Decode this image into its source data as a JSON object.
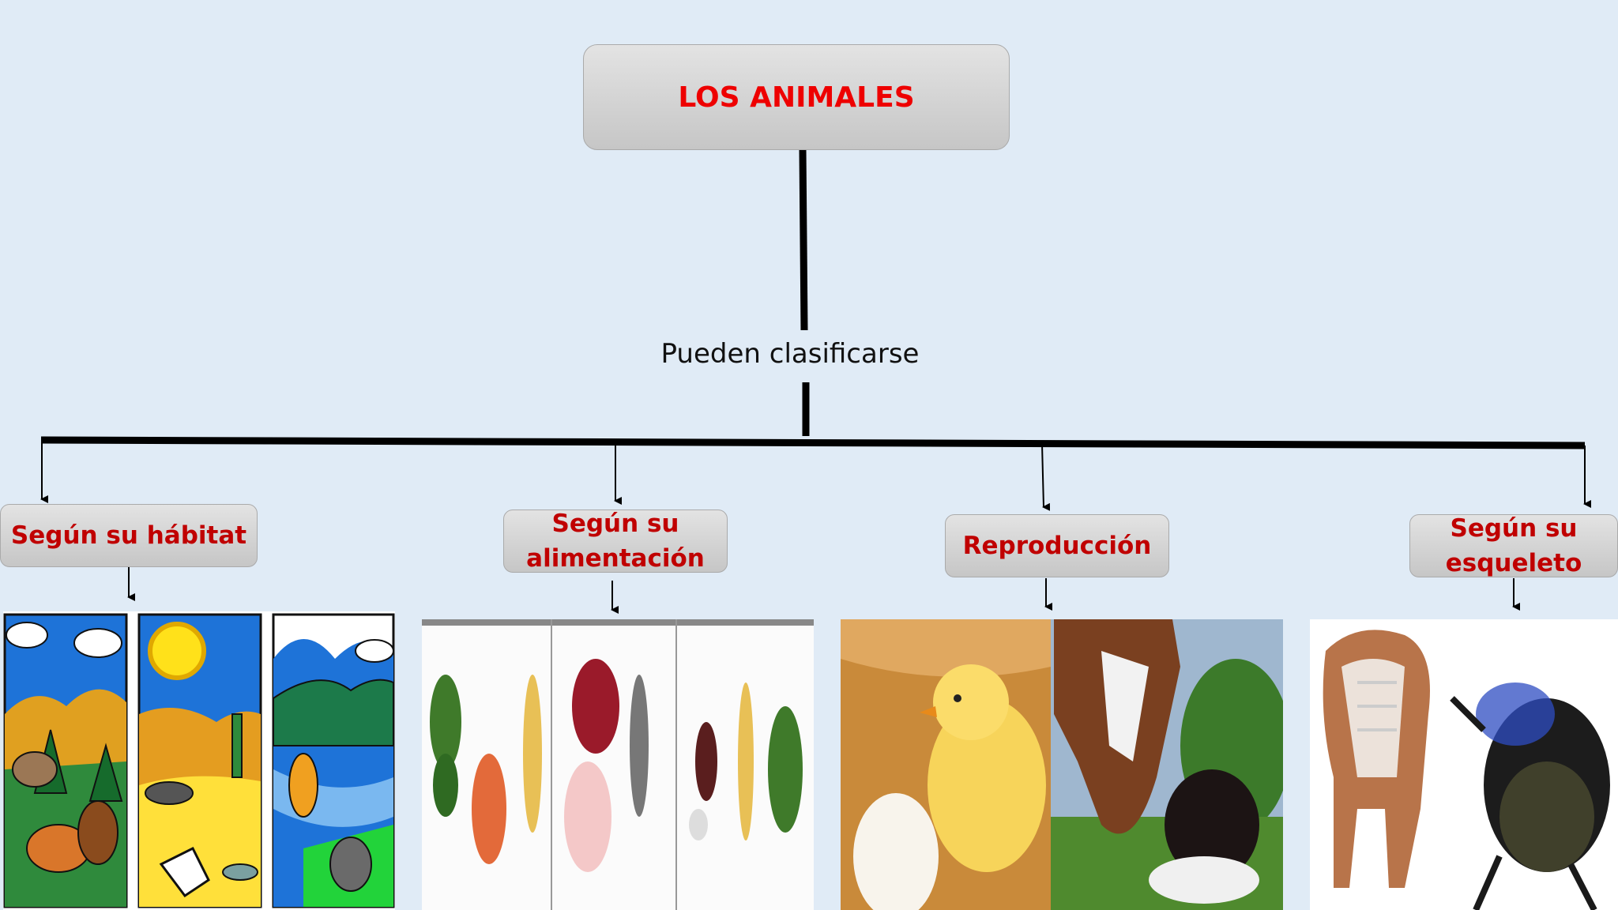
{
  "title": "LOS ANIMALES",
  "connector": "Pueden clasificarse",
  "categories": [
    {
      "label": "Según su hábitat"
    },
    {
      "label": "Según su alimentación"
    },
    {
      "label": "Reproducción"
    },
    {
      "label": "Según su esqueleto"
    }
  ],
  "images": [
    {
      "icon": "habitat-illustrations"
    },
    {
      "icon": "food-illustrations"
    },
    {
      "icon": "chick-and-cow-photo"
    },
    {
      "icon": "skeleton-and-beetle-photo"
    }
  ]
}
